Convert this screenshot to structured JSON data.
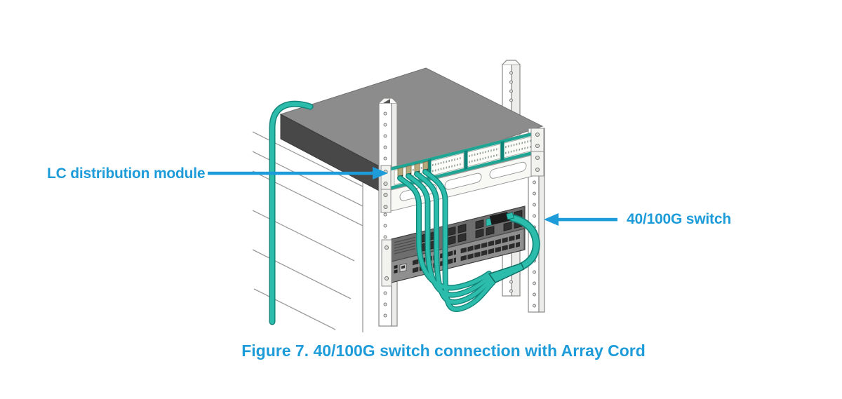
{
  "figure": {
    "caption": "Figure 7. 40/100G switch connection with Array Cord"
  },
  "callouts": {
    "lc_module": "LC distribution module",
    "switch": "40/100G switch"
  },
  "icons": {
    "lc_callout_arrow": "arrow-right",
    "switch_callout_arrow": "arrow-left"
  },
  "colors": {
    "accent_blue": "#1E9CD9",
    "cable_teal": "#2CBCAB",
    "cable_teal_dark": "#13867B",
    "panel_teal": "#1FA593",
    "slab_top_gray": "#8C8C8C",
    "slab_front_gray": "#484848",
    "switch_gray": "#6E6E6E",
    "switch_lower_gray": "#8F8F8F",
    "rack_line_gray": "#9C9C9C"
  }
}
